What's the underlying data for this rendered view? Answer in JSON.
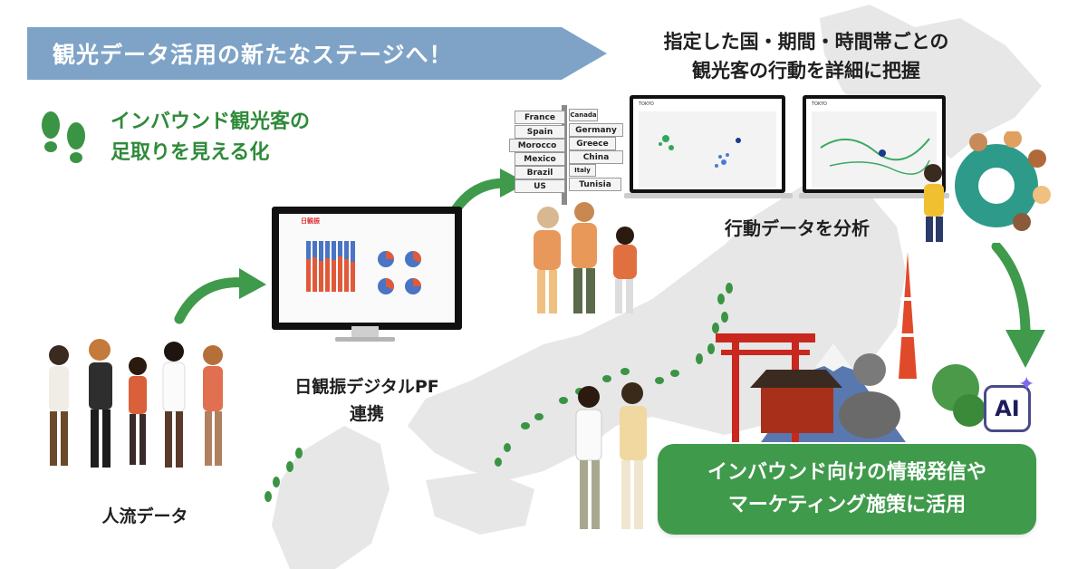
{
  "banner": {
    "text": "観光データ活用の新たなステージへ！"
  },
  "top_right": {
    "line1": "指定した国・期間・時間帯ごとの",
    "line2": "観光客の行動を詳細に把握"
  },
  "footsteps_heading": {
    "line1": "インバウンド観光客の",
    "line2": "足取りを見える化"
  },
  "people_label": "人流データ",
  "platform_label": {
    "line1": "日観振デジタルPF",
    "line2": "連携"
  },
  "analysis_label": "行動データを分析",
  "cta": {
    "line1": "インバウンド向けの情報発信や",
    "line2": "マーケティング施策に活用"
  },
  "ai_badge": "AI",
  "signpost": {
    "left": [
      "France",
      "Spain",
      "Morocco",
      "Mexico",
      "Brazil",
      "US"
    ],
    "right": [
      "Canada",
      "Germany",
      "Greece",
      "China",
      "Italy",
      "Tunisia"
    ]
  },
  "dashboard_brand": "日観振",
  "screen_titles": [
    "TOKYO",
    "TOKYO"
  ],
  "colors": {
    "banner": "#7ea3c7",
    "green": "#3f9a4b",
    "map": "#e6e6e6",
    "footprint": "#3a9444"
  }
}
